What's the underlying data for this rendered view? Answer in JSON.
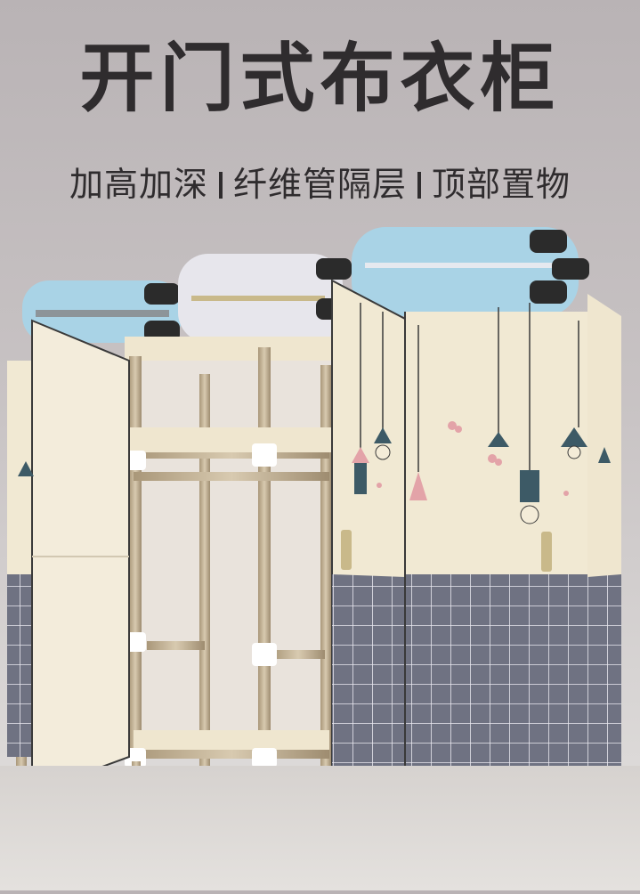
{
  "headline": "开门式布衣柜",
  "features": [
    "加高加深",
    "纤维管隔层",
    "顶部置物"
  ],
  "colors": {
    "frame": "#c8b9a0",
    "panel_cream": "#f1e9d3",
    "grid_gray": "#6f7282",
    "luggage_blue": "#a9d3e6"
  }
}
